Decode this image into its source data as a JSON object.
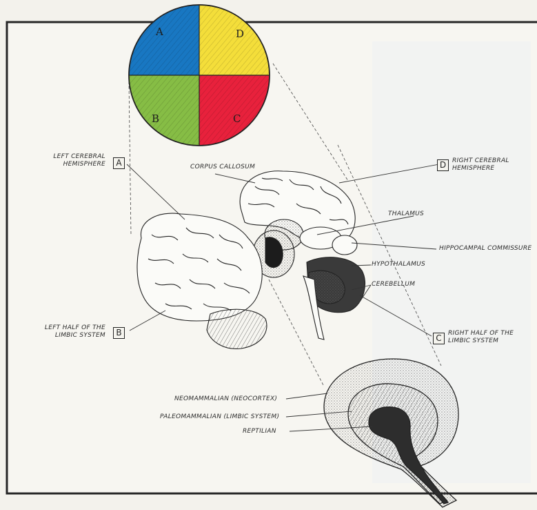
{
  "quadrants": {
    "a": {
      "letter": "A",
      "color": "#1877c2"
    },
    "d": {
      "letter": "D",
      "color": "#f4de3a"
    },
    "b": {
      "letter": "B",
      "color": "#86bd45"
    },
    "c": {
      "letter": "C",
      "color": "#e8213c"
    }
  },
  "labels": {
    "left_cerebral": {
      "line1": "LEFT CEREBRAL",
      "line2": "HEMISPHERE",
      "box": "A"
    },
    "right_cerebral": {
      "line1": "RIGHT CEREBRAL",
      "line2": "HEMISPHERE",
      "box": "D"
    },
    "corpus_callosum": "CORPUS CALLOSUM",
    "thalamus": "THALAMUS",
    "hippocampal_commissure": "HIPPOCAMPAL COMMISSURE",
    "hypothalamus": "HYPOTHALAMUS",
    "cerebellum": "CEREBELLUM",
    "left_limbic": {
      "line1": "LEFT HALF OF THE",
      "line2": "LIMBIC SYSTEM",
      "box": "B"
    },
    "right_limbic": {
      "line1": "RIGHT HALF OF THE",
      "line2": "LIMBIC SYSTEM",
      "box": "C"
    },
    "neomammalian": "NEOMAMMALIAN (NEOCORTEX)",
    "paleomammalian": "PALEOMAMMALIAN (LIMBIC SYSTEM)",
    "reptilian": "REPTILIAN"
  }
}
